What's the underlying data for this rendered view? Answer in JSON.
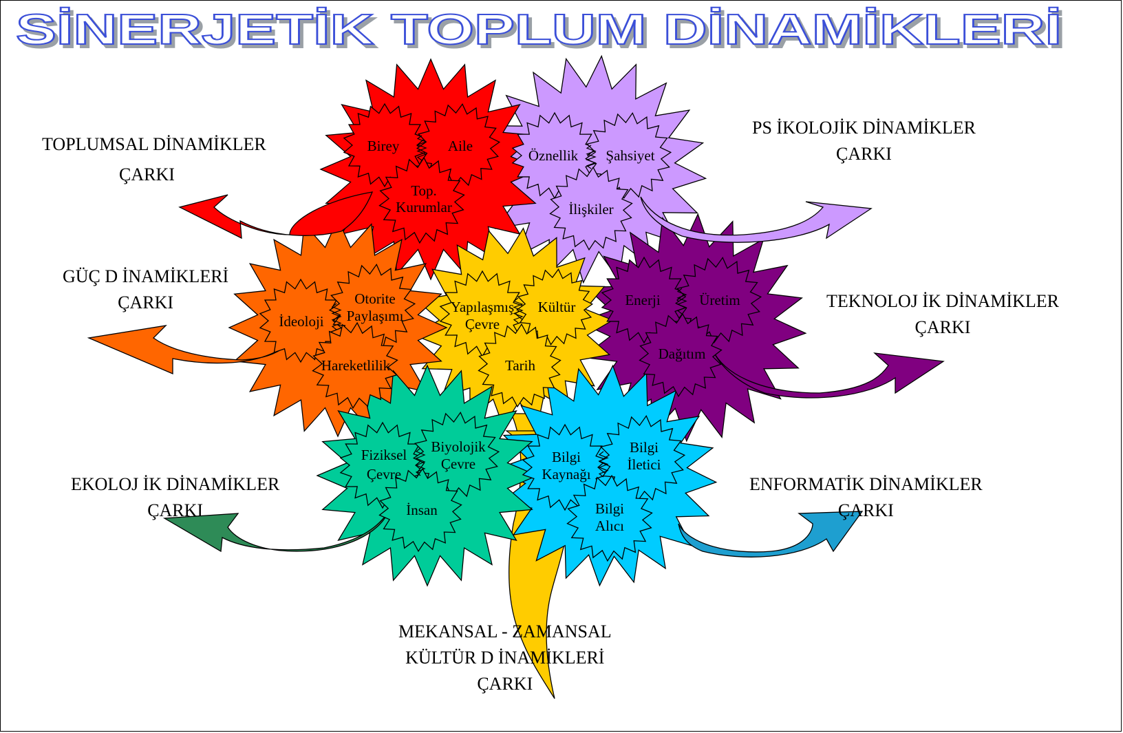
{
  "title": "SİNERJETİK TOPLUM DİNAMİKLERİ",
  "colors": {
    "title_fill": "#ffffff",
    "title_stroke": "#3b4fd8",
    "title_shadow": "#9aa0a6",
    "red": "#ff0000",
    "lilac": "#cc99ff",
    "orange": "#ff6600",
    "yellow": "#ffcc00",
    "purple": "#800080",
    "green": "#00cc99",
    "blue": "#00ccff"
  },
  "wheels": {
    "toplumsal": {
      "line1": "TOPLUMSAL DİNAMİKLER",
      "line2": "ÇARKI",
      "nodes": [
        "Birey",
        "Aile",
        "Top.",
        "Kurumlar"
      ]
    },
    "psikolojik": {
      "line1": "PS İKOLOJİK DİNAMİKLER",
      "line2": "ÇARKI",
      "nodes": [
        "Öznellik",
        "Şahsiyet",
        "İlişkiler"
      ]
    },
    "guc": {
      "line1": "GÜÇ D İNAMİKLERİ",
      "line2": "ÇARKI",
      "nodes": [
        "İdeoloji",
        "Otorite",
        "Paylaşımı",
        "Hareketlilik"
      ]
    },
    "kultur": {
      "line1": "MEKANSAL - ZAMANSAL",
      "line2": "KÜLTÜR D İNAMİKLERİ",
      "line3": "ÇARKI",
      "nodes": [
        "Yapılaşmış",
        "Çevre",
        "Kültür",
        "Tarih"
      ]
    },
    "teknolojik": {
      "line1": "TEKNOLOJ İK DİNAMİKLER",
      "line2": "ÇARKI",
      "nodes": [
        "Enerji",
        "Üretim",
        "Dağıtım"
      ]
    },
    "ekolojik": {
      "line1": "EKOLOJ İK DİNAMİKLER",
      "line2": "ÇARKI",
      "nodes": [
        "Fiziksel",
        "Çevre",
        "Biyolojik",
        "Çevre",
        "İnsan"
      ]
    },
    "enformatik": {
      "line1": "ENFORMATİK  DİNAMİKLER",
      "line2": "ÇARKI",
      "nodes": [
        "Bilgi",
        "Kaynağı",
        "Bilgi",
        "İletici",
        "Bilgi",
        "Alıcı"
      ]
    }
  }
}
